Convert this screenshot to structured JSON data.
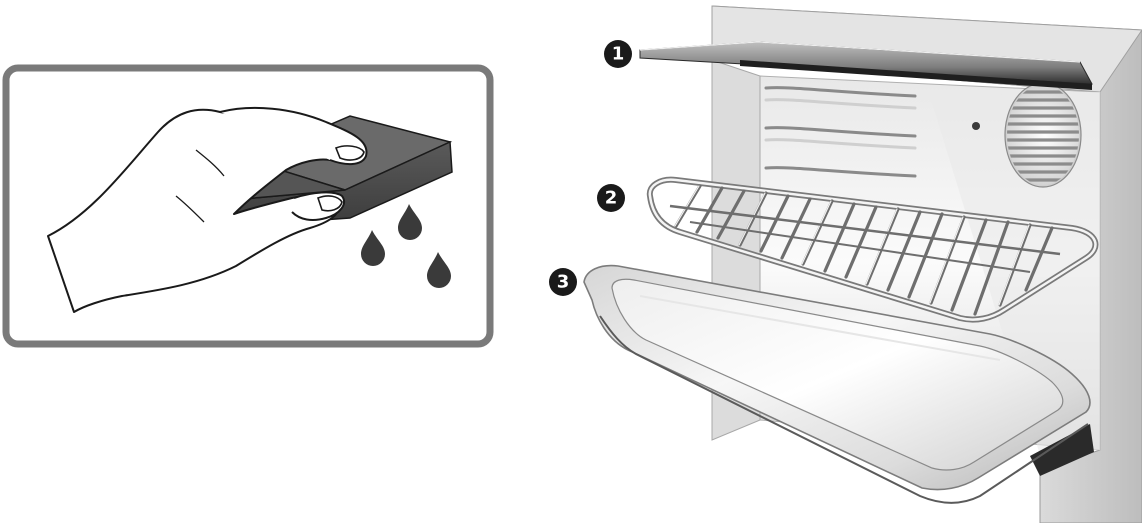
{
  "panel_left": {
    "icon": "hand-squeezing-sponge-icon",
    "frame_color": "#7a7a7a"
  },
  "oven": {
    "icon": "oven-cavity-icon",
    "callouts": [
      {
        "number": "1",
        "part": "top-shelf-plate-icon"
      },
      {
        "number": "2",
        "part": "wire-rack-icon"
      },
      {
        "number": "3",
        "part": "baking-tray-icon"
      }
    ]
  },
  "colors": {
    "ink": "#1a1a1a",
    "metal_light": "#f2f2f2",
    "metal_mid": "#c8c8c8",
    "metal_dark": "#6e6e6e",
    "sponge": "#4a4a4a",
    "drop": "#3a3a3a"
  }
}
